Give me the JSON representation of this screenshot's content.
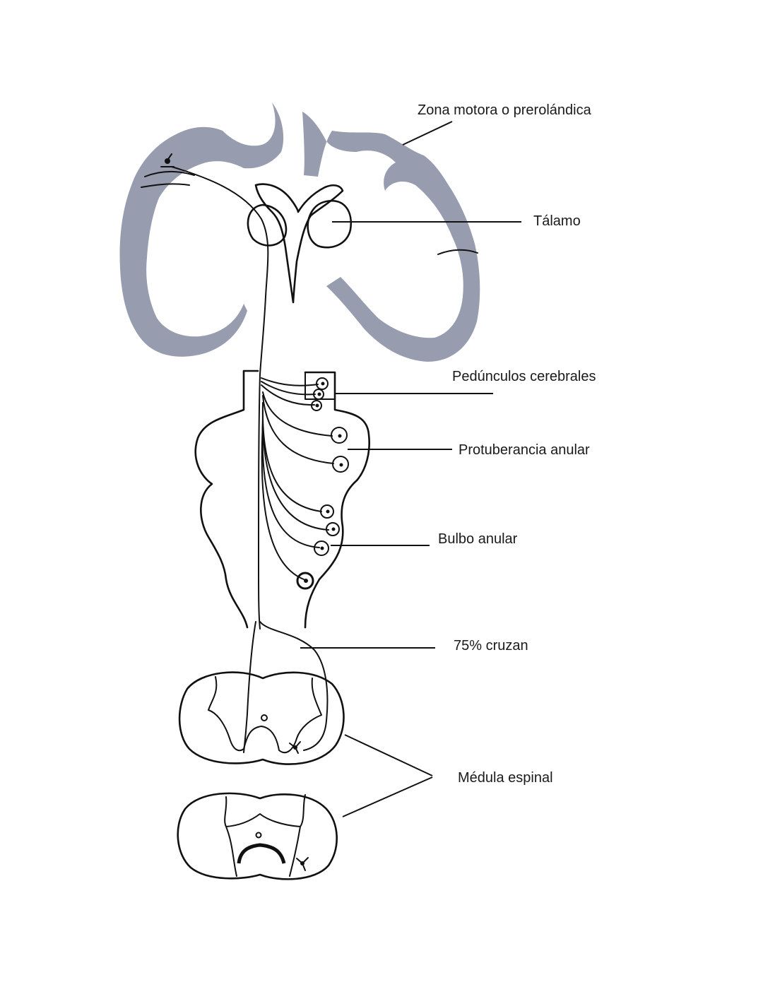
{
  "colors": {
    "cortex": "#979cae",
    "ink": "#111111",
    "background": "#ffffff"
  },
  "labels": {
    "motor_zone": "Zona motora o prerolándica",
    "thalamus": "Tálamo",
    "cerebral_peduncles": "Pedúnculos cerebrales",
    "pons": "Protuberancia anular",
    "medulla_oblongata": "Bulbo anular",
    "decussation": "75% cruzan",
    "spinal_cord": "Médula espinal"
  }
}
